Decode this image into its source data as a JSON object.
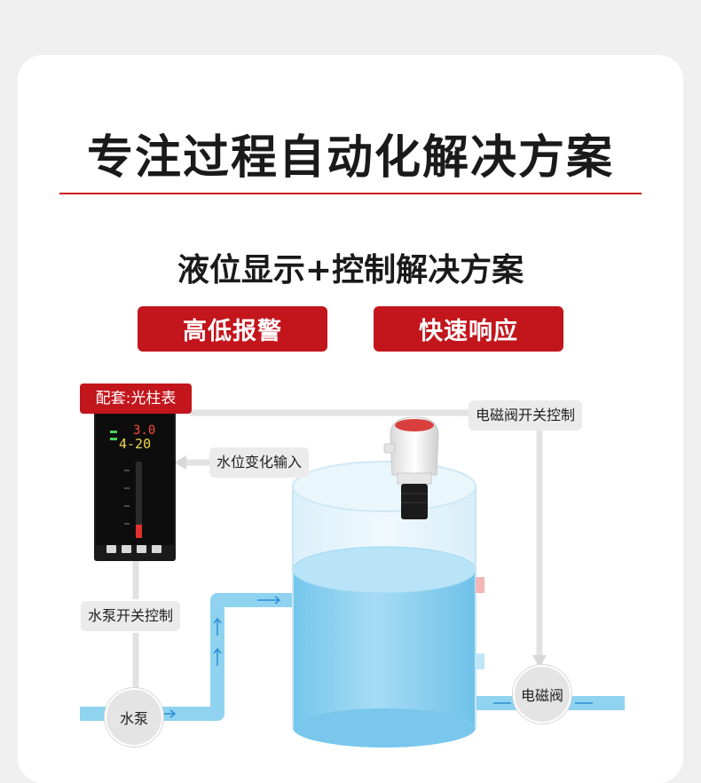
{
  "header": {
    "title": "专注过程自动化解决方案",
    "subtitle": "液位显示+控制解决方案"
  },
  "badges": {
    "alarm": "高低报警",
    "response": "快速响应"
  },
  "diagram": {
    "config_tag": "配套:光柱表",
    "labels": {
      "water_level_input": "水位变化输入",
      "valve_control": "电磁阀开关控制",
      "pump_control": "水泵开关控制"
    },
    "pump": "水泵",
    "valve": "电磁阀",
    "meter": {
      "reading_top": "3.0",
      "reading_bottom": "4-20",
      "bar_fill": 0.18
    }
  },
  "colors": {
    "accent_red": "#c3151c",
    "water": "#8fd3f0",
    "pipe": "#7ccbee"
  }
}
